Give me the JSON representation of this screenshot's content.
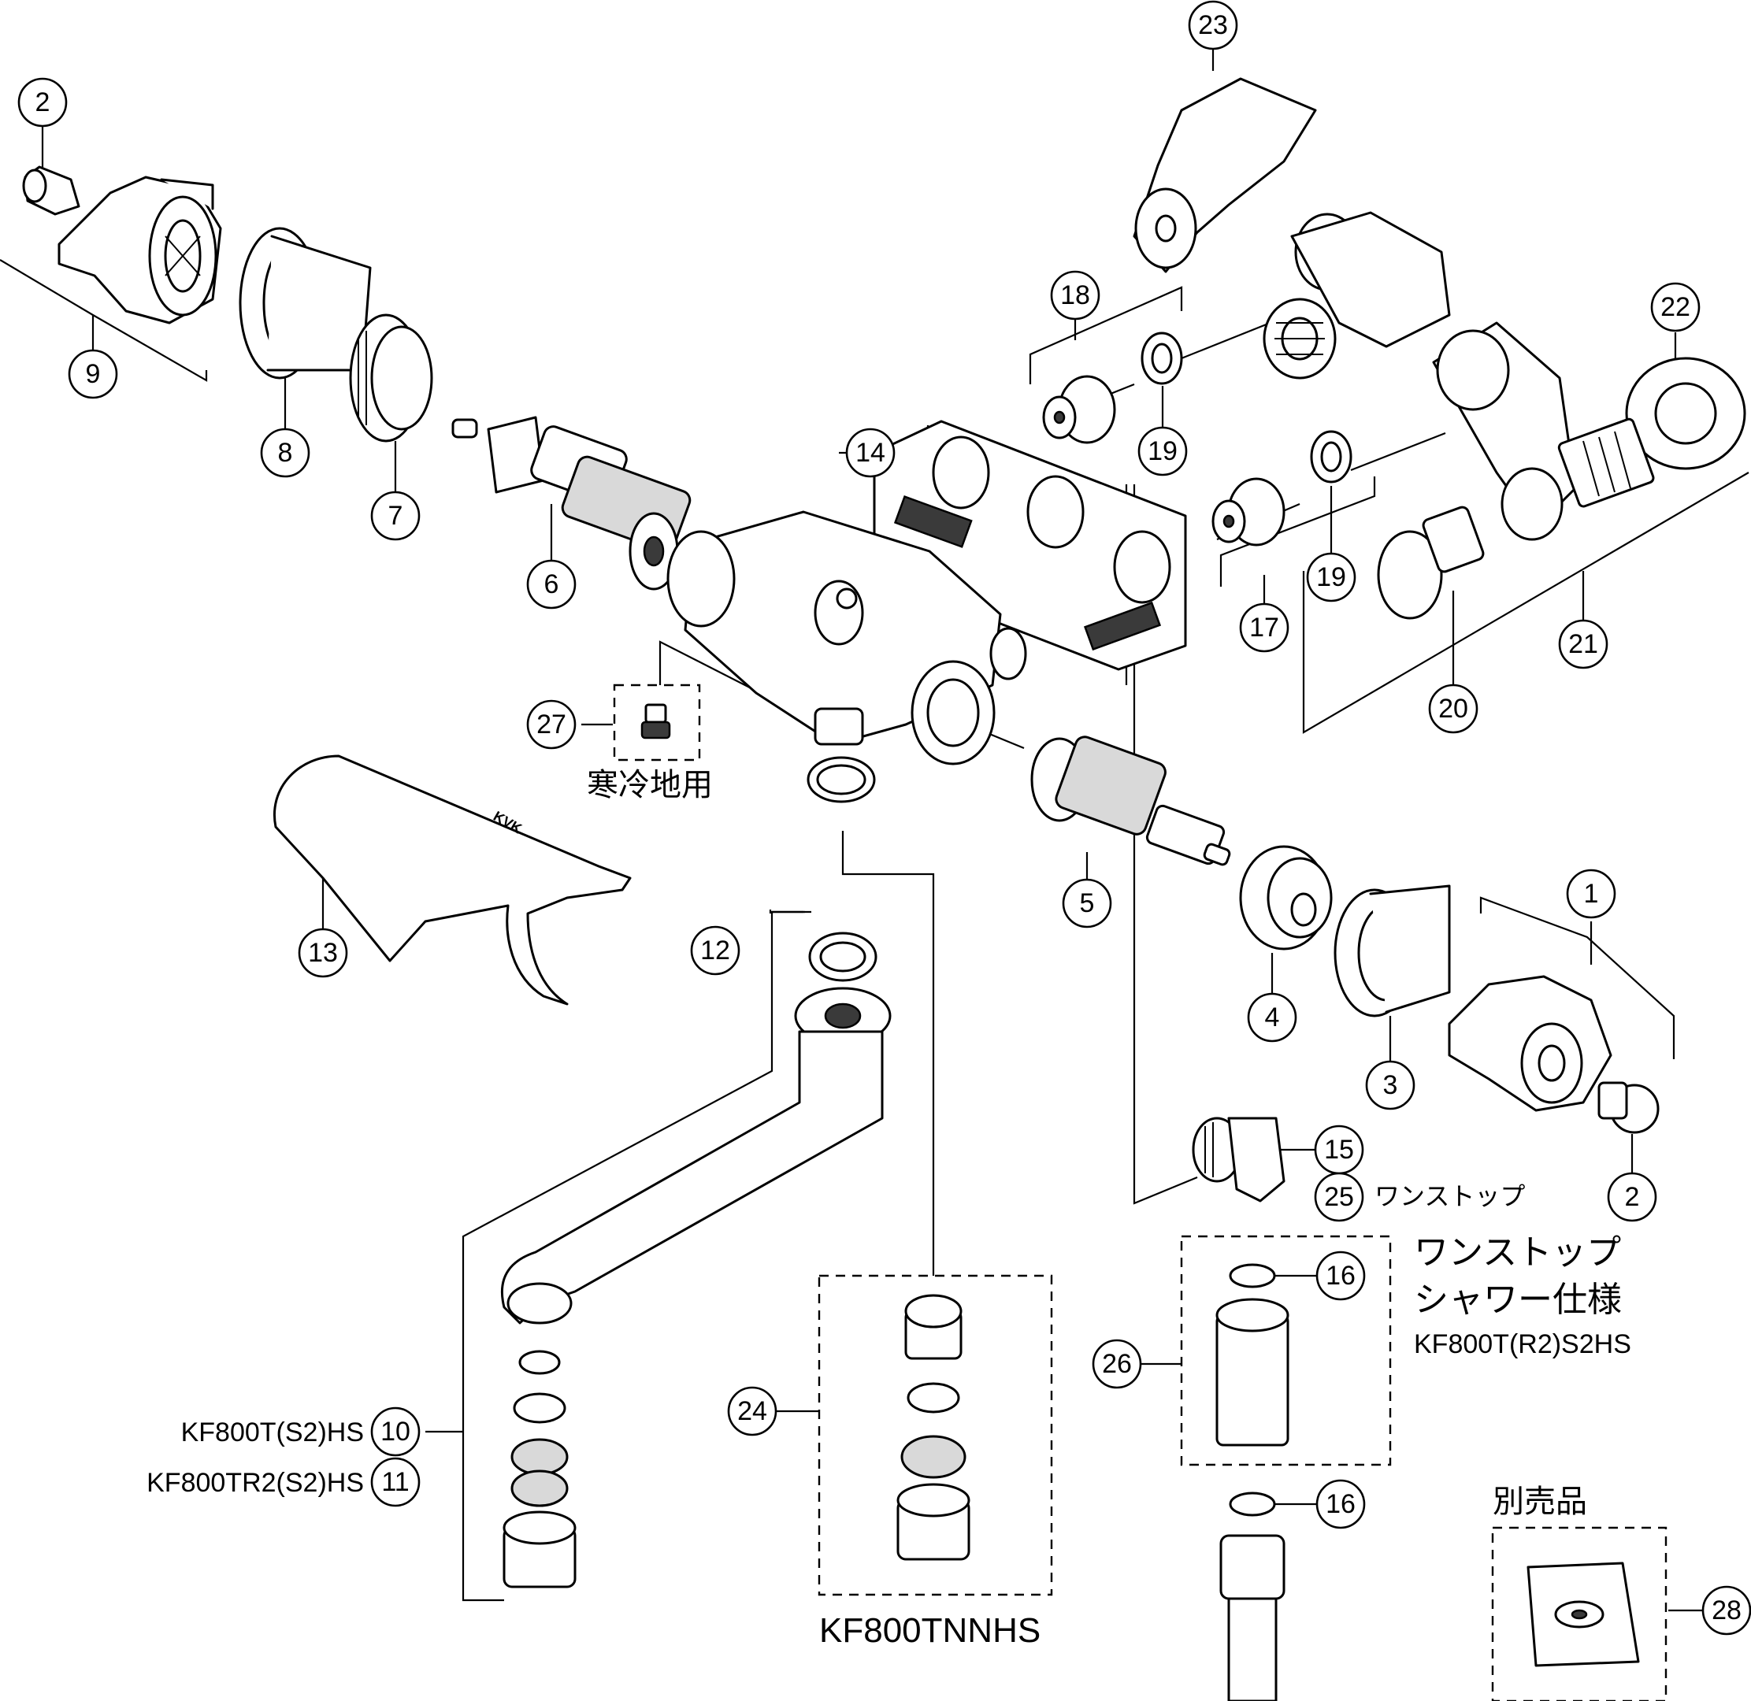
{
  "callouts": {
    "c1": "1",
    "c2a": "2",
    "c2b": "2",
    "c3": "3",
    "c4": "4",
    "c5": "5",
    "c6": "6",
    "c7": "7",
    "c8": "8",
    "c9": "9",
    "c10": "10",
    "c11": "11",
    "c12": "12",
    "c13": "13",
    "c14": "14",
    "c15": "15",
    "c16a": "16",
    "c16b": "16",
    "c17": "17",
    "c18": "18",
    "c19a": "19",
    "c19b": "19",
    "c20": "20",
    "c21": "21",
    "c22": "22",
    "c23": "23",
    "c24": "24",
    "c25": "25",
    "c26": "26",
    "c27": "27",
    "c28": "28"
  },
  "labels": {
    "cold_region": "寒冷地用",
    "one_stop_25": "ワンストップ",
    "one_stop_shower_1": "ワンストップ",
    "one_stop_shower_2": "シャワー仕様",
    "one_stop_model": "KF800T(R2)S2HS",
    "model_10": "KF800T(S2)HS",
    "model_11": "KF800TR2(S2)HS",
    "model_24": "KF800TNNHS",
    "sold_separately": "別売品",
    "cover_logo": "KVK"
  }
}
